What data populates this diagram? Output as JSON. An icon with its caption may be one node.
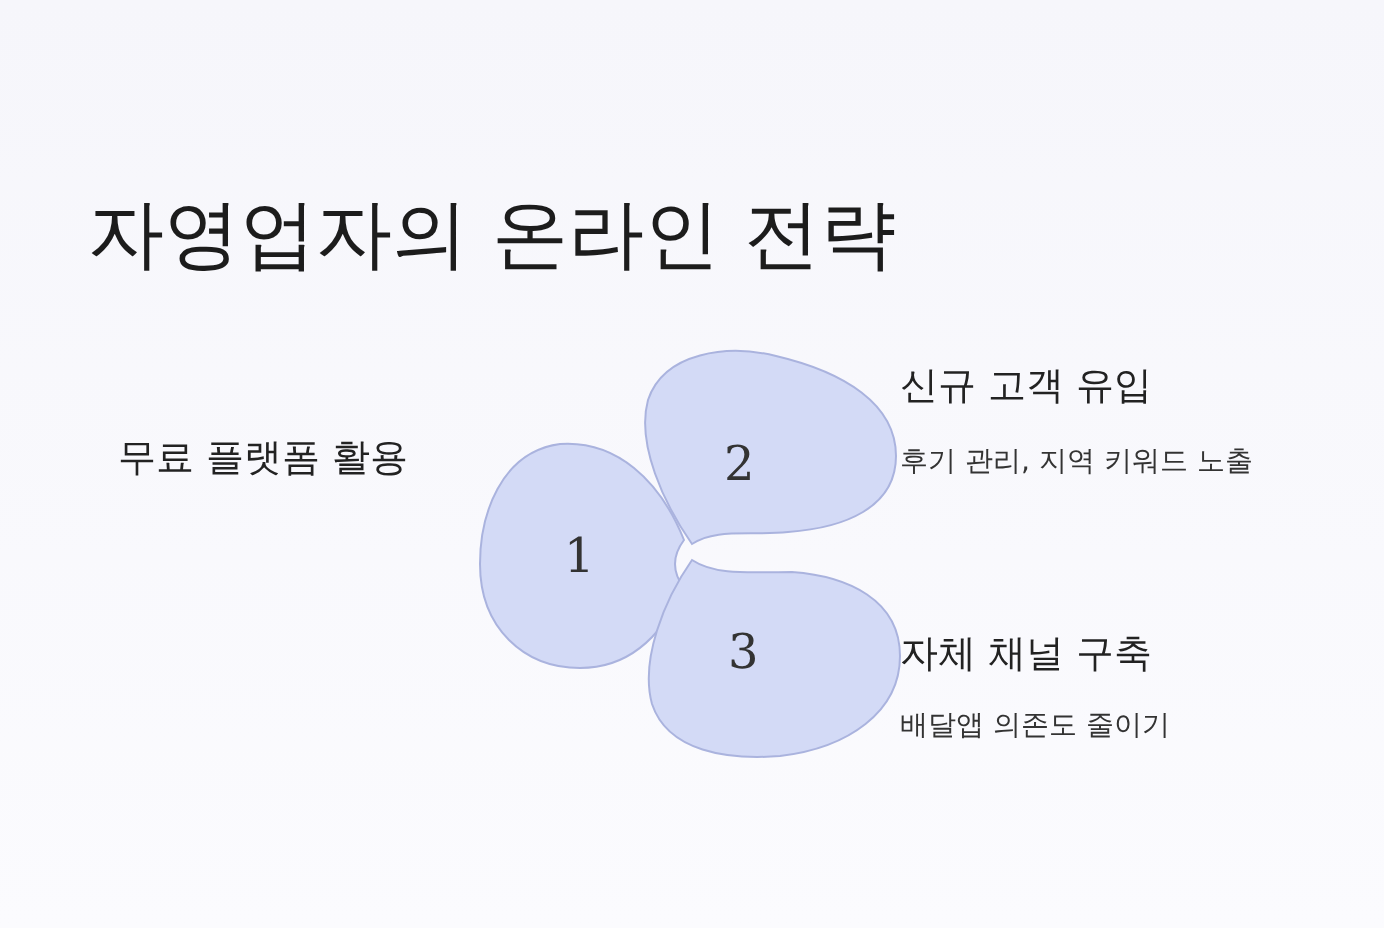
{
  "diagram": {
    "title": "자영업자의 온라인 전략",
    "nodes": [
      {
        "text": [
          "1"
        ],
        "beside": [
          "무료 플랫폼 활용"
        ]
      },
      {
        "text": [
          "2"
        ],
        "beside": [
          "신규 고객 유입",
          "후기 관리, 지역 키워드 노출"
        ]
      },
      {
        "text": [
          "3"
        ],
        "beside": [
          "자체 채널 구축",
          "배달앱 의존도 줄이기"
        ]
      }
    ],
    "edges": []
  }
}
